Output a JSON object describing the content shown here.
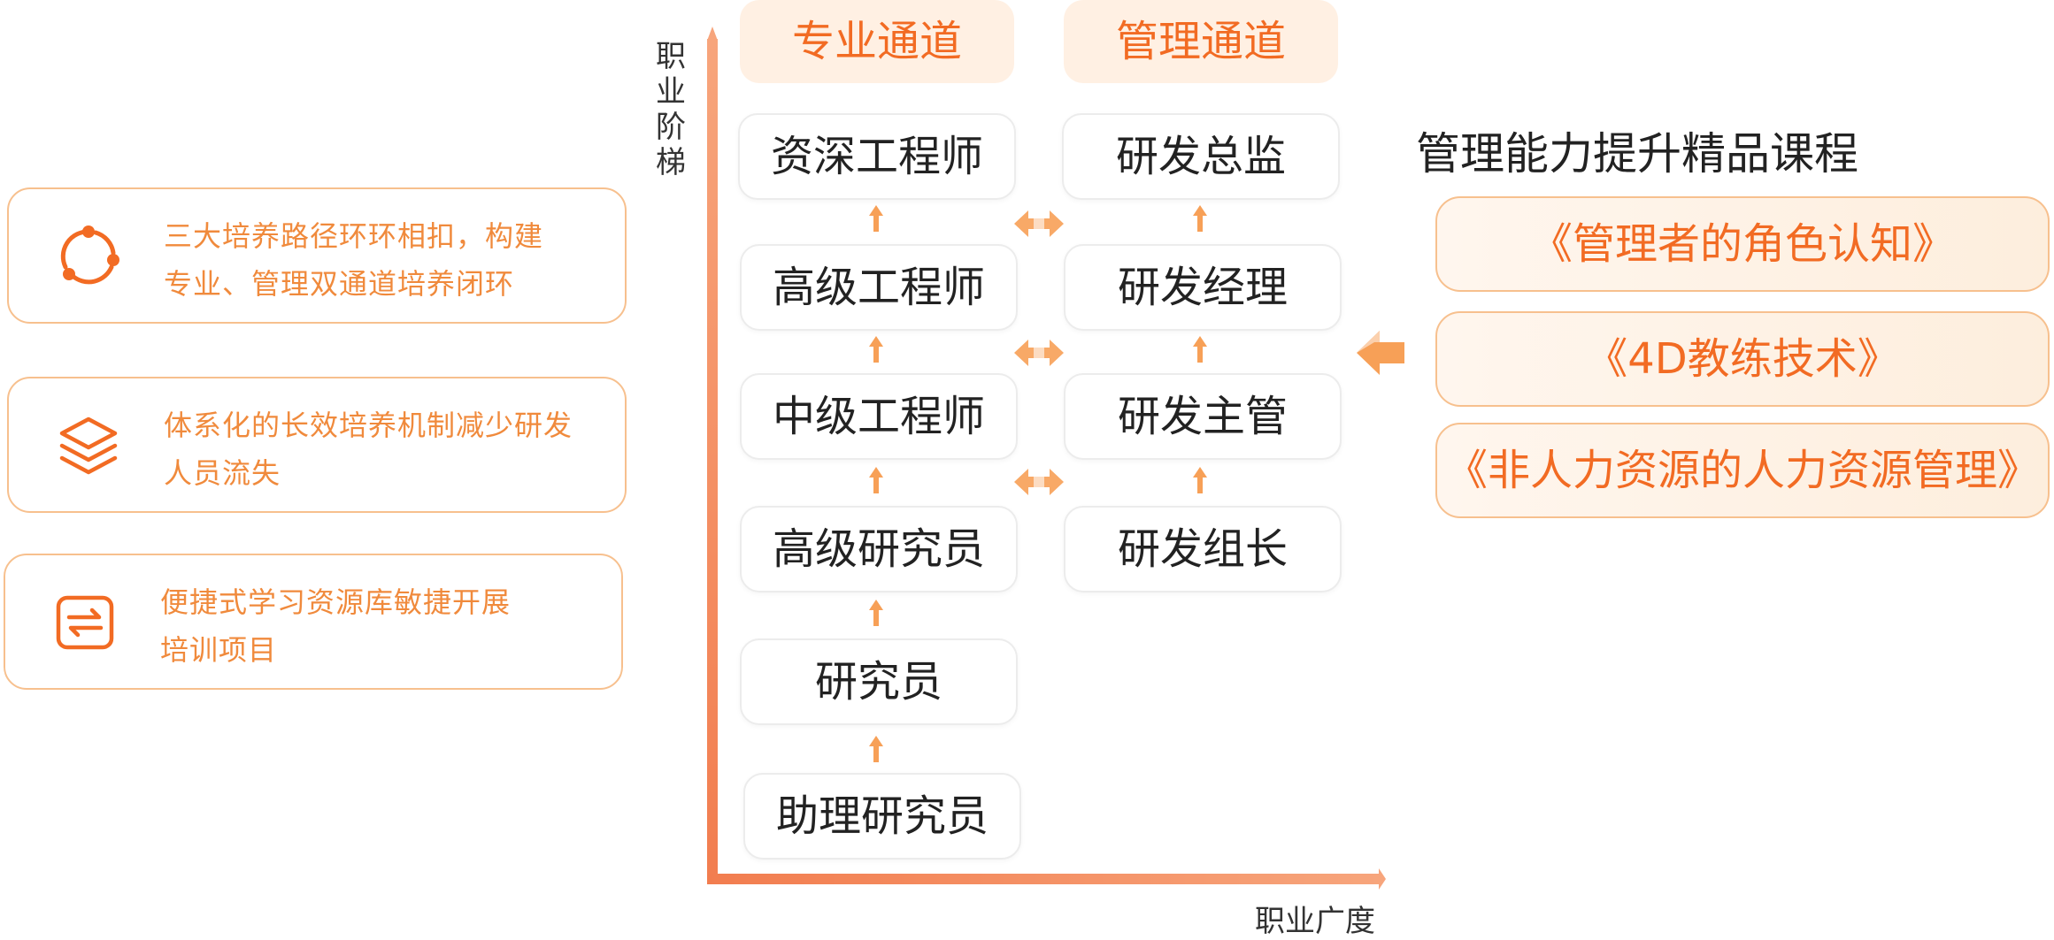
{
  "features": [
    {
      "icon": "cycle-icon",
      "lines": [
        "三大培养路径环环相扣，构建",
        "专业、管理双通道培养闭环"
      ]
    },
    {
      "icon": "layers-icon",
      "lines": [
        "体系化的长效培养机制减少研发",
        "人员流失"
      ]
    },
    {
      "icon": "swap-icon",
      "lines": [
        "便捷式学习资源库敏捷开展",
        "培训项目"
      ]
    }
  ],
  "axes": {
    "y_label": [
      "职",
      "业",
      "阶",
      "梯"
    ],
    "x_label": "职业广度"
  },
  "channels": {
    "professional": {
      "title": "专业通道",
      "levels": [
        "资深工程师",
        "高级工程师",
        "中级工程师",
        "高级研究员",
        "研究员",
        "助理研究员"
      ]
    },
    "management": {
      "title": "管理通道",
      "levels": [
        "研发总监",
        "研发经理",
        "研发主管",
        "研发组长"
      ]
    }
  },
  "courses": {
    "title": "管理能力提升精品课程",
    "items": [
      "《管理者的角色认知》",
      "《4D教练技术》",
      "《非人力资源的人力资源管理》"
    ]
  },
  "colors": {
    "accent": "#f26b23",
    "accent_light": "#fff0e3",
    "border": "#f7c08e"
  }
}
